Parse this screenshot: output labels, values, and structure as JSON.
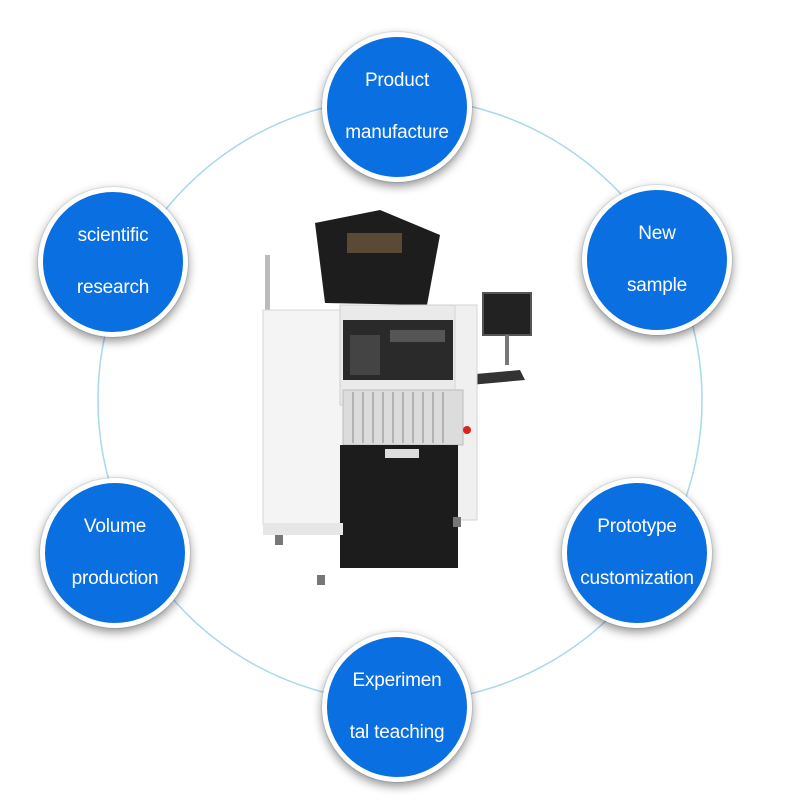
{
  "nodes": {
    "top": {
      "line1": "Product",
      "line2": "manufacture"
    },
    "left_top": {
      "line1": "scientific",
      "line2": "research"
    },
    "right_top": {
      "line1": "New",
      "line2": "sample"
    },
    "left_bottom": {
      "line1": "Volume",
      "line2": "production"
    },
    "right_bottom": {
      "line1": "Prototype",
      "line2": "customization"
    },
    "bottom": {
      "line1": "Experimen",
      "line2": "tal teaching"
    }
  },
  "colors": {
    "node_fill": "#0a6fe0",
    "ring_line": "#a9d8ee",
    "machine_body": "#f4f4f4",
    "machine_dark": "#1c1c1c"
  },
  "image": {
    "subject": "pick-and-place-machine-illustration"
  }
}
